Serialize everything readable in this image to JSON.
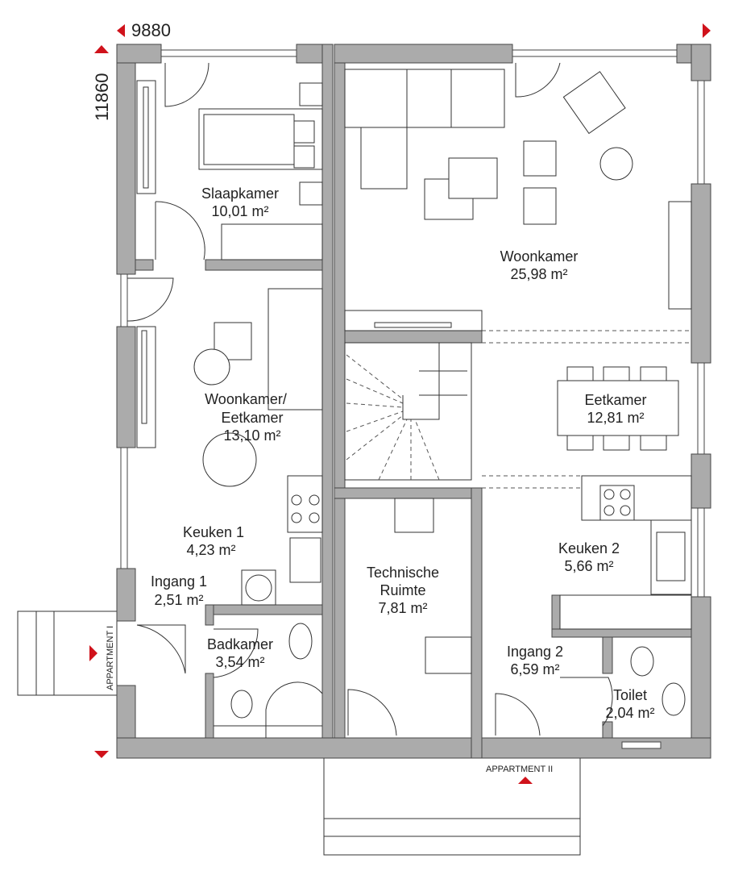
{
  "dimensions": {
    "width": "9880",
    "height": "11860"
  },
  "entrances": {
    "apartment_1": "APPARTMENT I",
    "apartment_2": "APPARTMENT II"
  },
  "rooms": {
    "slaapkamer": {
      "name": "Slaapkamer",
      "area": "10,01 m²"
    },
    "woonkamer_eetkamer": {
      "name1": "Woonkamer/",
      "name2": "Eetkamer",
      "area": "13,10 m²"
    },
    "keuken1": {
      "name": "Keuken 1",
      "area": "4,23 m²"
    },
    "ingang1": {
      "name": "Ingang 1",
      "area": "2,51 m²"
    },
    "badkamer": {
      "name": "Badkamer",
      "area": "3,54 m²"
    },
    "technische": {
      "name1": "Technische",
      "name2": "Ruimte",
      "area": "7,81 m²"
    },
    "woonkamer": {
      "name": "Woonkamer",
      "area": "25,98 m²"
    },
    "eetkamer": {
      "name": "Eetkamer",
      "area": "12,81 m²"
    },
    "keuken2": {
      "name": "Keuken 2",
      "area": "5,66 m²"
    },
    "ingang2": {
      "name": "Ingang 2",
      "area": "6,59 m²"
    },
    "toilet": {
      "name": "Toilet",
      "area": "2,04 m²"
    }
  },
  "colors": {
    "accent": "#d0121b",
    "wall": "#ababab"
  }
}
